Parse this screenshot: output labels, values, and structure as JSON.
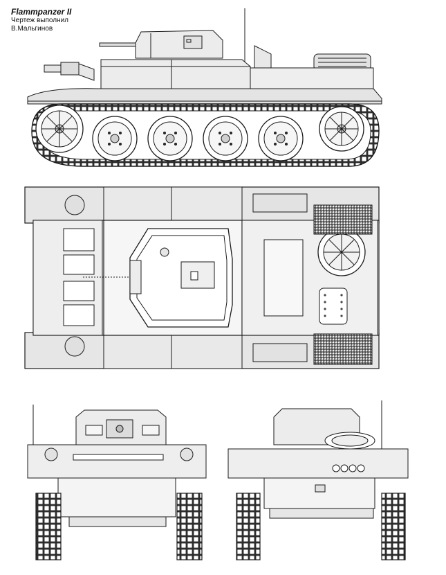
{
  "caption": {
    "title": "Flammpanzer II",
    "author_line1": "Чертеж выполнил",
    "author_line2": "В.Мальгинов"
  },
  "colors": {
    "line": "#1a1a1a",
    "fill_light": "#e8e8e8",
    "fill_mid": "#d2d2d2",
    "fill_dark": "#9a9a9a",
    "background": "#ffffff"
  }
}
